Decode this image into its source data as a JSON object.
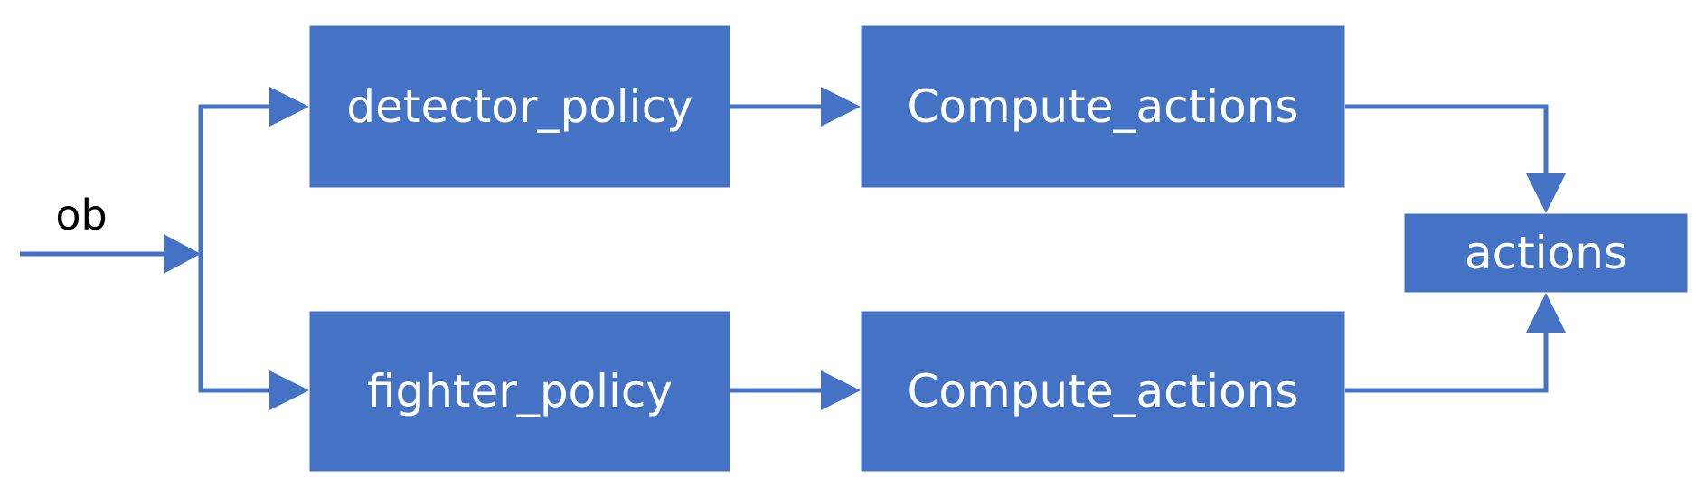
{
  "input_label": "ob",
  "nodes": {
    "detector_policy": "detector_policy",
    "fighter_policy": "fighter_policy",
    "compute_actions_top": "Compute_actions",
    "compute_actions_bottom": "Compute_actions",
    "actions": "actions"
  },
  "colors": {
    "box_fill": "#4472C4",
    "box_text": "#FFFFFF",
    "arrow": "#4472C4",
    "label_text": "#000000"
  }
}
